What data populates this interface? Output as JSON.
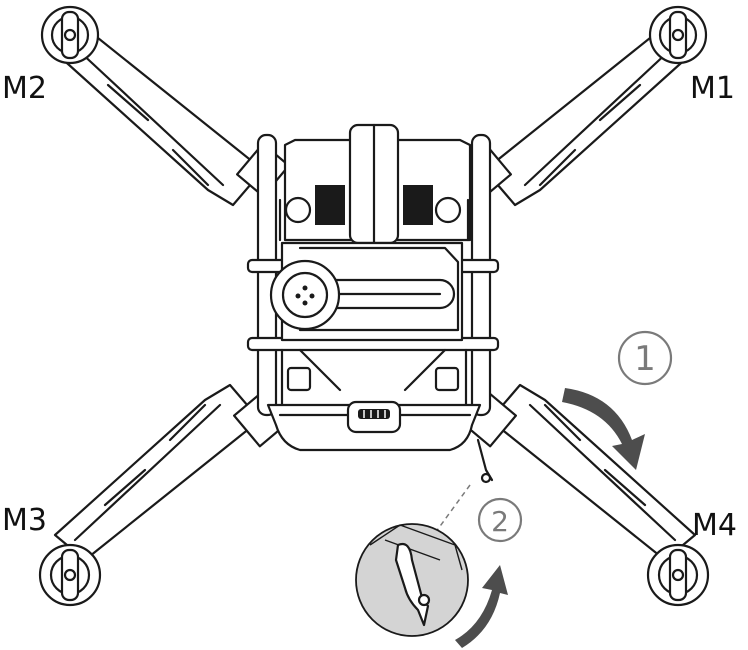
{
  "motors": {
    "m1": "M1",
    "m2": "M2",
    "m3": "M3",
    "m4": "M4"
  },
  "steps": {
    "step1": "1",
    "step2": "2"
  },
  "colors": {
    "line": "#1a1a1a",
    "arrow": "#4d4d4d",
    "step_circle": "#7a7a7a",
    "detail_fill": "#d4d4d4"
  },
  "icons": {
    "rotation_arrow_large": "curved-arrow-clockwise",
    "rotation_arrow_small": "curved-arrow-up"
  }
}
